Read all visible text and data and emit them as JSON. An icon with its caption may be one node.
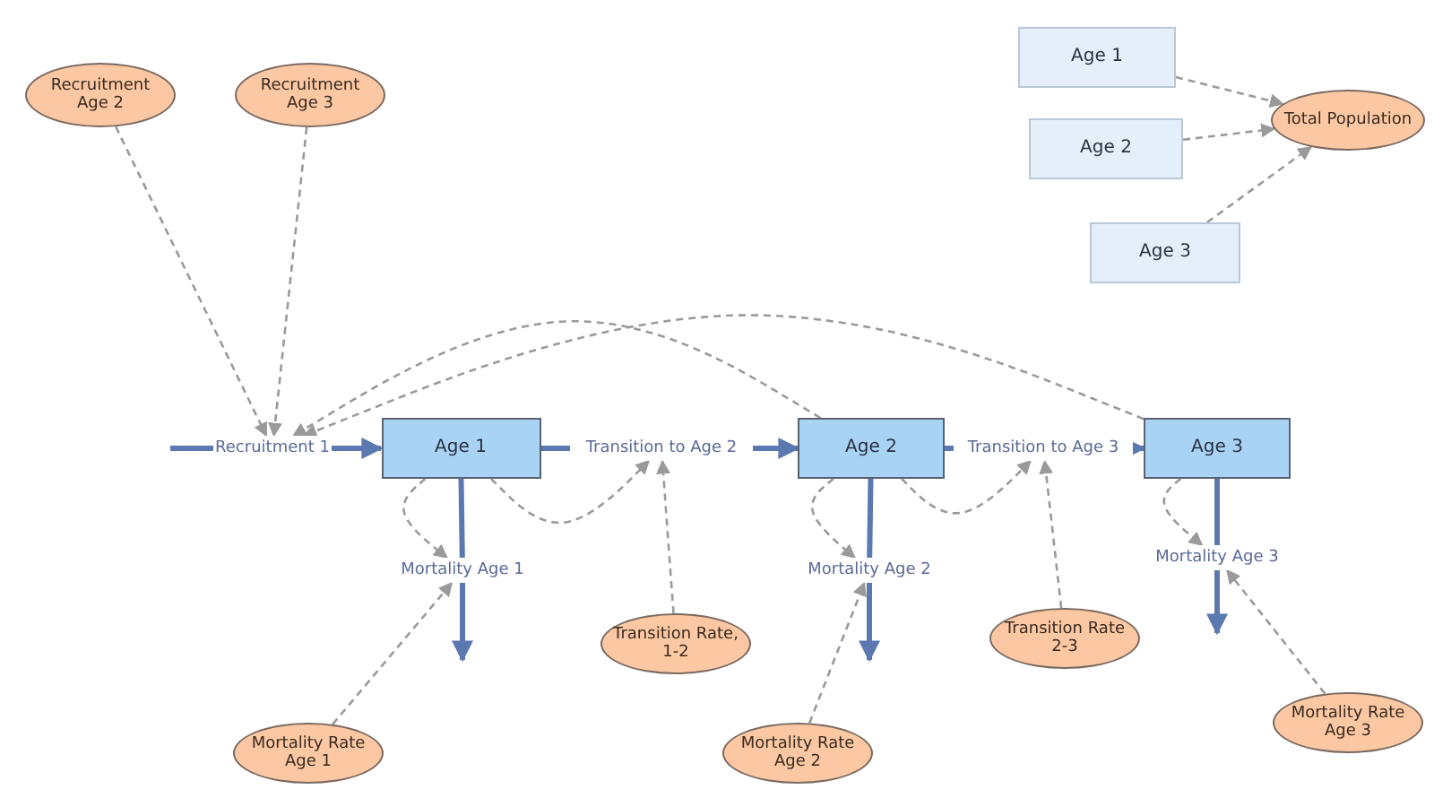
{
  "diagram": {
    "nodes": [
      {
        "text": [
          "Recruitment Age 2"
        ]
      },
      {
        "text": [
          "Recruitment Age 3"
        ]
      },
      {
        "text": [
          "Age 1"
        ]
      },
      {
        "text": [
          "Age 2"
        ]
      },
      {
        "text": [
          "Age 3"
        ]
      },
      {
        "text": [
          "Total Population"
        ]
      },
      {
        "text": [
          "Recruitment 1"
        ]
      },
      {
        "text": [
          "Age 1"
        ]
      },
      {
        "text": [
          "Transition to Age 2"
        ]
      },
      {
        "text": [
          "Age 2"
        ]
      },
      {
        "text": [
          "Transition to Age 3"
        ]
      },
      {
        "text": [
          "Age 3"
        ]
      },
      {
        "text": [
          "Mortality Age 1"
        ]
      },
      {
        "text": [
          "Mortality Age 2"
        ]
      },
      {
        "text": [
          "Mortality Age 3"
        ]
      },
      {
        "text": [
          "Transition Rate, 1-2"
        ]
      },
      {
        "text": [
          "Transition Rate 2-3"
        ]
      },
      {
        "text": [
          "Mortality Rate Age 1"
        ]
      },
      {
        "text": [
          "Mortality Rate Age 2"
        ]
      },
      {
        "text": [
          "Mortality Rate Age 3"
        ]
      }
    ],
    "edges": [
      {
        "from": null,
        "to": 6,
        "arrow": "none",
        "style": "thick"
      },
      {
        "from": 6,
        "to": 7,
        "arrow": "to",
        "style": "thick"
      },
      {
        "from": 7,
        "to": 8,
        "arrow": "none",
        "style": "thick"
      },
      {
        "from": 8,
        "to": 9,
        "arrow": "to",
        "style": "thick"
      },
      {
        "from": 9,
        "to": 10,
        "arrow": "none",
        "style": "thick"
      },
      {
        "from": 10,
        "to": 11,
        "arrow": "to",
        "style": "thick"
      },
      {
        "from": 7,
        "to": 12,
        "arrow": "none",
        "style": "thick"
      },
      {
        "from": 12,
        "to": null,
        "arrow": "to",
        "style": "thick"
      },
      {
        "from": 9,
        "to": 13,
        "arrow": "none",
        "style": "thick"
      },
      {
        "from": 13,
        "to": null,
        "arrow": "to",
        "style": "thick"
      },
      {
        "from": 11,
        "to": 14,
        "arrow": "none",
        "style": "thick"
      },
      {
        "from": 14,
        "to": null,
        "arrow": "to",
        "style": "thick"
      },
      {
        "from": 0,
        "to": 6,
        "arrow": "to",
        "style": "dashed"
      },
      {
        "from": 1,
        "to": 6,
        "arrow": "to",
        "style": "dashed"
      },
      {
        "from": 9,
        "to": 6,
        "arrow": "to",
        "style": "dashed"
      },
      {
        "from": 11,
        "to": 6,
        "arrow": "to",
        "style": "dashed"
      },
      {
        "from": 7,
        "to": 8,
        "arrow": "to",
        "style": "dashed"
      },
      {
        "from": 15,
        "to": 8,
        "arrow": "to",
        "style": "dashed"
      },
      {
        "from": 9,
        "to": 10,
        "arrow": "to",
        "style": "dashed"
      },
      {
        "from": 16,
        "to": 10,
        "arrow": "to",
        "style": "dashed"
      },
      {
        "from": 7,
        "to": 12,
        "arrow": "to",
        "style": "dashed"
      },
      {
        "from": 17,
        "to": 12,
        "arrow": "to",
        "style": "dashed"
      },
      {
        "from": 9,
        "to": 13,
        "arrow": "to",
        "style": "dashed"
      },
      {
        "from": 18,
        "to": 13,
        "arrow": "to",
        "style": "dashed"
      },
      {
        "from": 11,
        "to": 14,
        "arrow": "to",
        "style": "dashed"
      },
      {
        "from": 19,
        "to": 14,
        "arrow": "to",
        "style": "dashed"
      },
      {
        "from": 2,
        "to": 5,
        "arrow": "to",
        "style": "dashed"
      },
      {
        "from": 3,
        "to": 5,
        "arrow": "to",
        "style": "dashed"
      },
      {
        "from": 4,
        "to": 5,
        "arrow": "to",
        "style": "dashed"
      }
    ]
  }
}
